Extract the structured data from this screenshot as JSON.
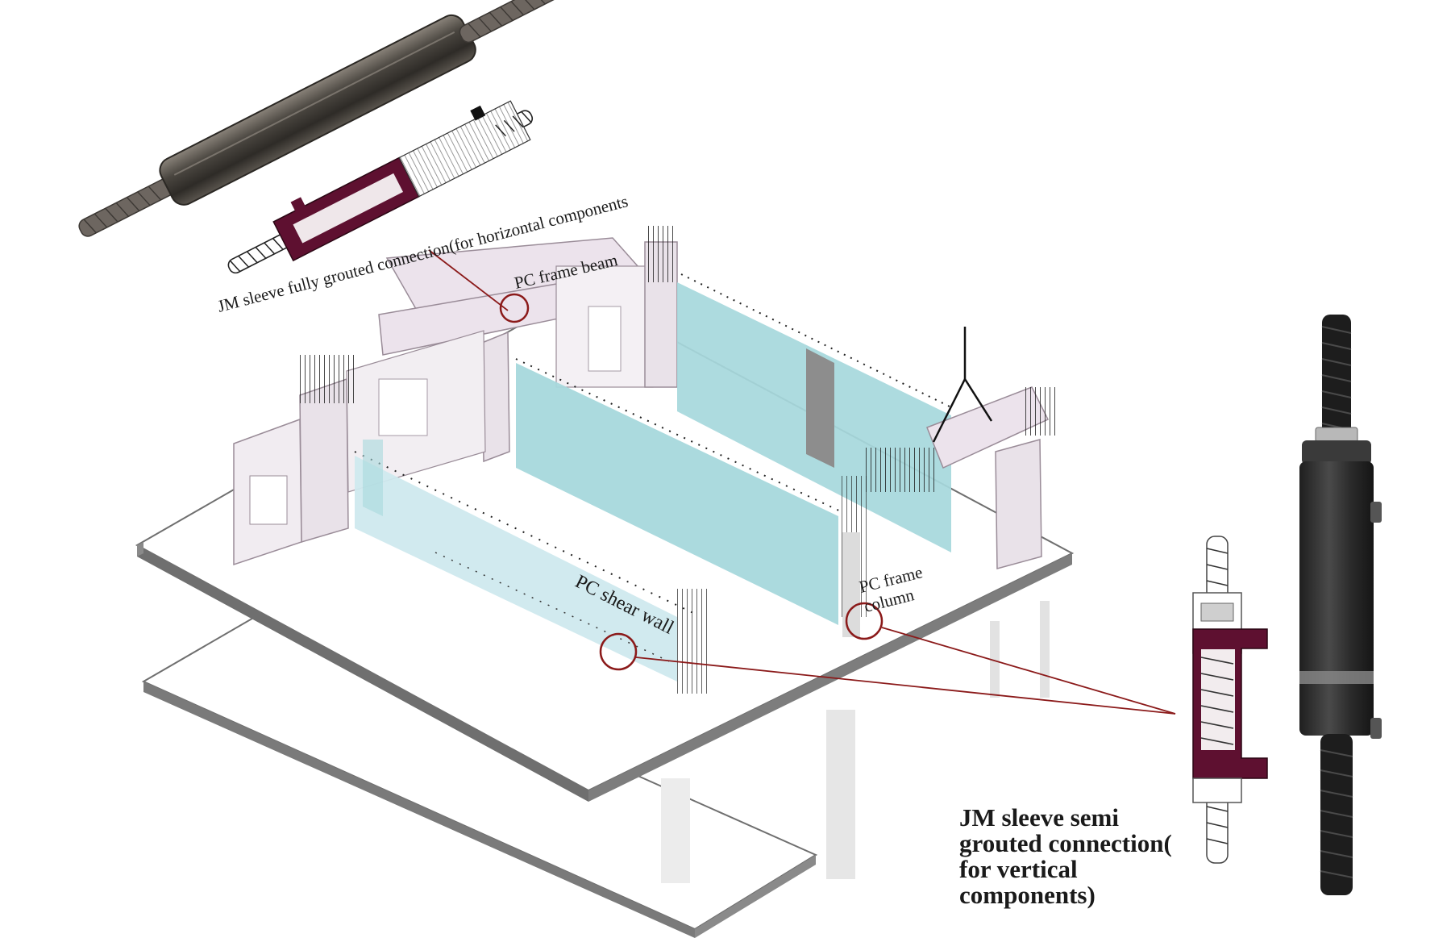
{
  "labels": {
    "fully_grouted": "JM sleeve fully grouted connection(for horizontal components",
    "pc_frame_beam": "PC frame beam",
    "pc_shear_wall": "PC shear wall",
    "pc_frame_column_1": "PC frame",
    "pc_frame_column_2": "column",
    "semi_grouted_lines": [
      "JM sleeve semi",
      "grouted connection(",
      "for vertical",
      "components)"
    ]
  },
  "colors": {
    "shear_wall": "#a6d8dc",
    "shear_wall_light": "#cfe9ee",
    "precast_frame": "#ece3ec",
    "frame_edge": "#9a8c98",
    "slab_edge": "#6f6f6f",
    "sleeve_dark": "#3d3a36",
    "grout_maroon": "#5e1030",
    "callout_line": "#8b1a1a",
    "rebar": "#222222"
  },
  "icons": [
    "fully-grouted-sleeve-photo",
    "fully-grouted-sleeve-section",
    "semi-grouted-sleeve-section",
    "semi-grouted-sleeve-photo",
    "lifting-sling-icon"
  ]
}
